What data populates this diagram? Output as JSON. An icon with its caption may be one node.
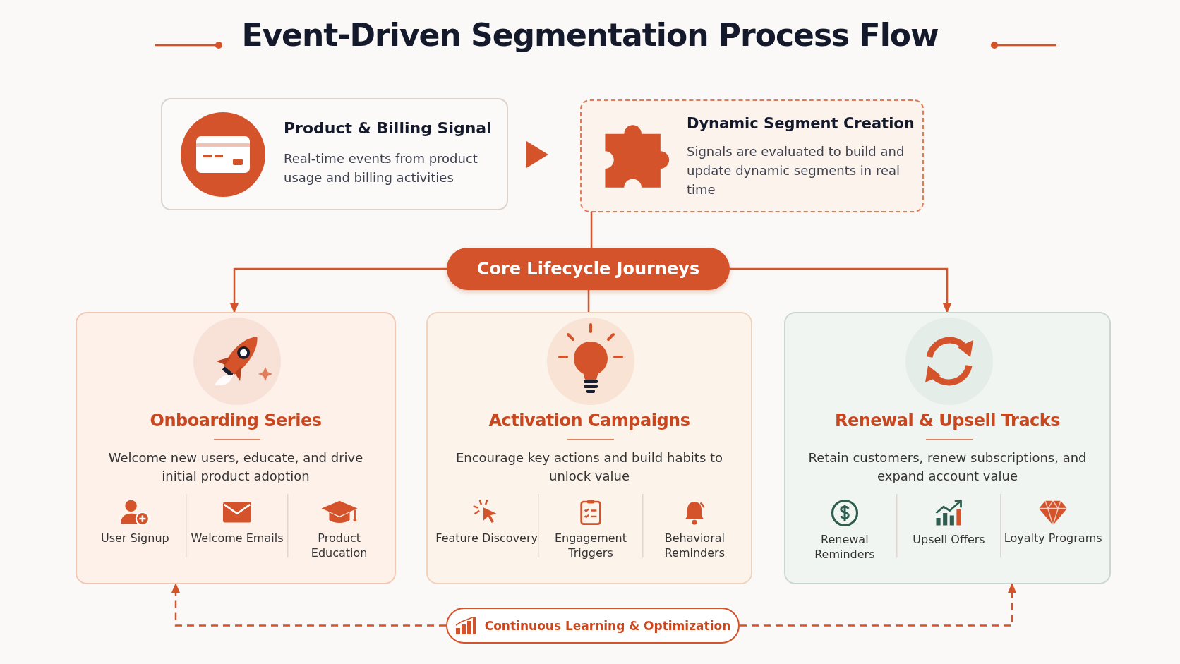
{
  "diagram": {
    "title": "Event-Driven Segmentation Process Flow",
    "nodes": [
      {
        "text": [
          "Product & Billing Signal",
          "Real-time events from product usage and billing activities"
        ]
      },
      {
        "text": [
          "Dynamic Segment Creation",
          "Signals are evaluated to build and update dynamic segments in real time"
        ]
      },
      {
        "text": [
          "Core Lifecycle Journeys"
        ]
      },
      {
        "text": [
          "Onboarding Series",
          "Welcome new users, educate, and drive initial product adoption",
          "User Signup",
          "Welcome Emails",
          "Product Education"
        ]
      },
      {
        "text": [
          "Activation Campaigns",
          "Encourage key actions and build habits to unlock value",
          "Feature Discovery",
          "Engagement Triggers",
          "Behavioral Reminders"
        ]
      },
      {
        "text": [
          "Renewal & Upsell Tracks",
          "Retain customers, renew subscriptions, and expand account value",
          "Renewal Reminders",
          "Upsell Offers",
          "Loyalty Programs"
        ]
      },
      {
        "text": [
          "Continuous Learning & Optimization"
        ]
      }
    ],
    "edges": [
      {
        "from": 0,
        "to": 1,
        "arrow": "to",
        "style": "thick"
      },
      {
        "from": 1,
        "to": 2,
        "arrow": "none"
      },
      {
        "from": 2,
        "to": 3,
        "arrow": "to"
      },
      {
        "from": 2,
        "to": 4,
        "arrow": "none"
      },
      {
        "from": 2,
        "to": 5,
        "arrow": "to"
      },
      {
        "from": 6,
        "to": 3,
        "arrow": "to",
        "style": "dashed"
      },
      {
        "from": 6,
        "to": 5,
        "arrow": "to",
        "style": "dashed"
      }
    ]
  }
}
